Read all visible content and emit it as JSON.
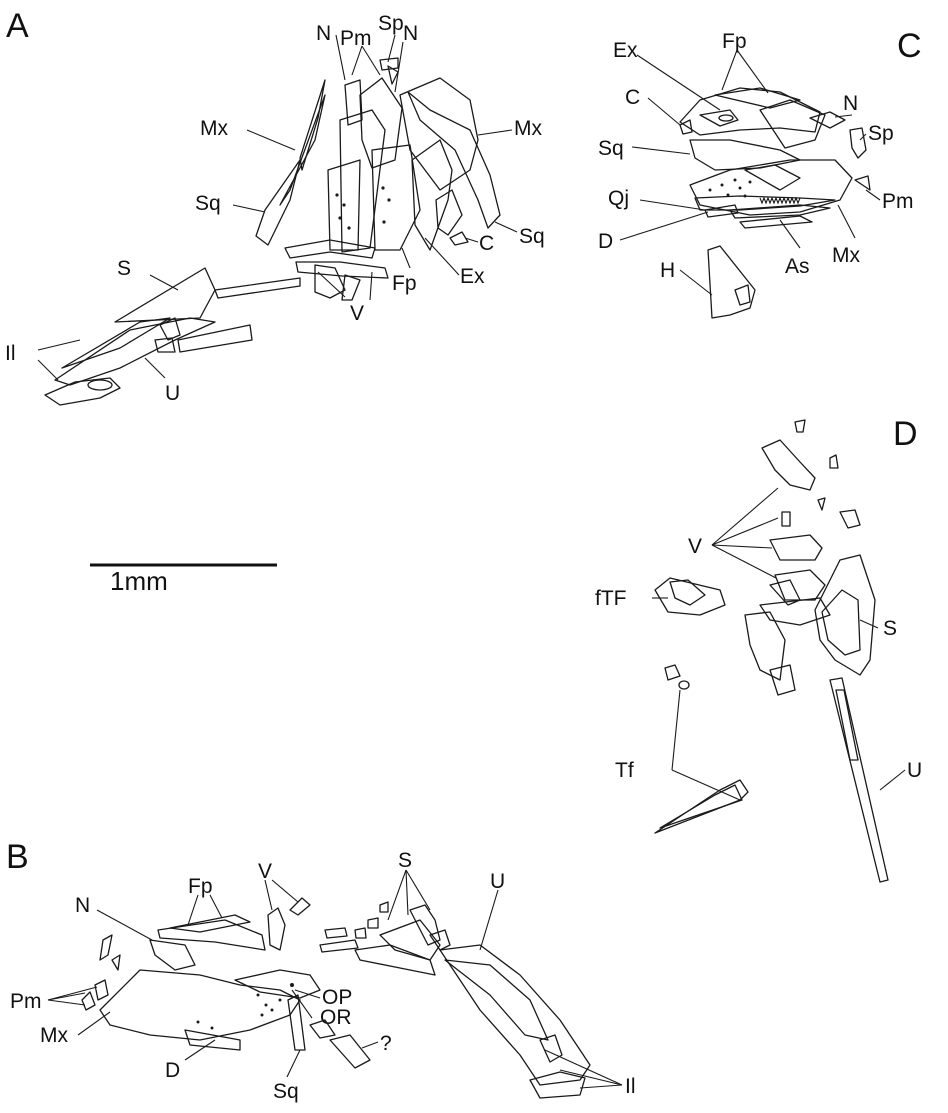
{
  "panels": {
    "A": {
      "letter": "A",
      "labels": {
        "N_left": "N",
        "Pm": "Pm",
        "Sp": "Sp",
        "N_right": "N",
        "Mx_left": "Mx",
        "Mx_right": "Mx",
        "Sq_left": "Sq",
        "Sq_right": "Sq",
        "S": "S",
        "C": "C",
        "Ex": "Ex",
        "Fp": "Fp",
        "V": "V",
        "Il": "Il",
        "U": "U"
      }
    },
    "B": {
      "letter": "B",
      "labels": {
        "Fp": "Fp",
        "V": "V",
        "S": "S",
        "U": "U",
        "N": "N",
        "Pm": "Pm",
        "OP": "OP",
        "OR": "OR",
        "Mx": "Mx",
        "q": "?",
        "D": "D",
        "Sq": "Sq",
        "Il": "Il"
      }
    },
    "C": {
      "letter": "C",
      "labels": {
        "Ex": "Ex",
        "Fp": "Fp",
        "C": "C",
        "N": "N",
        "Sp": "Sp",
        "Sq": "Sq",
        "Qj": "Qj",
        "Pm": "Pm",
        "D": "D",
        "As": "As",
        "Mx": "Mx",
        "H": "H"
      }
    },
    "D": {
      "letter": "D",
      "labels": {
        "V": "V",
        "fTF": "fTF",
        "S": "S",
        "Tf": "Tf",
        "U": "U"
      }
    }
  },
  "scale_bar": {
    "label": "1mm"
  }
}
